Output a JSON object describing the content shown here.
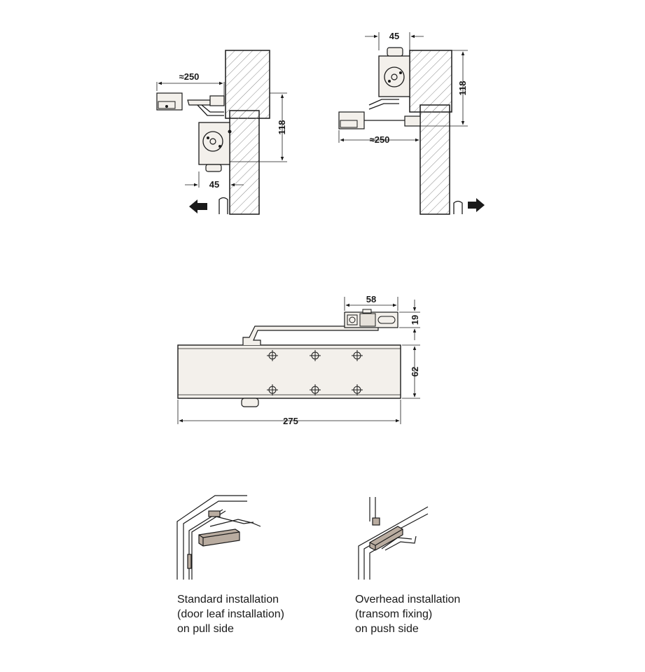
{
  "dimensions": {
    "left_arm_length": "≈250",
    "left_height": "118",
    "left_depth": "45",
    "right_depth": "45",
    "right_height": "118",
    "right_arm_length": "≈250",
    "shoe_width": "58",
    "shoe_height": "19",
    "body_height": "62",
    "body_length": "275"
  },
  "captions": {
    "standard": {
      "line1": "Standard installation",
      "line2": "(door leaf installation)",
      "line3": "on pull side"
    },
    "overhead": {
      "line1": "Overhead installation",
      "line2": "(transom fixing)",
      "line3": "on push side"
    }
  },
  "colors": {
    "line": "#1a1a1a",
    "body_fill": "#f3f0eb",
    "hatch": "#8a8a8a",
    "closer_3d": "#b9aca0"
  }
}
